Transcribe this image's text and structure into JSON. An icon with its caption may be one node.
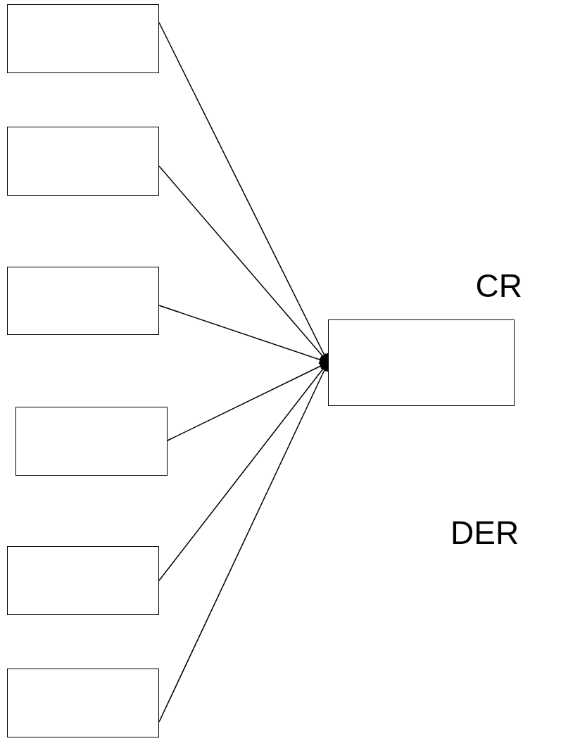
{
  "diagram": {
    "nodes": [
      {
        "text": [],
        "shape": "box"
      },
      {
        "text": [],
        "shape": "box"
      },
      {
        "text": [],
        "shape": "box"
      },
      {
        "text": [],
        "shape": "box"
      },
      {
        "text": [],
        "shape": "box"
      },
      {
        "text": [],
        "shape": "box"
      },
      {
        "text": [
          "CR"
        ]
      }
    ],
    "edges": [
      {
        "from": 0,
        "to": 6,
        "arrow": "to"
      },
      {
        "from": 1,
        "to": 6,
        "arrow": "to"
      },
      {
        "from": 2,
        "to": 6,
        "arrow": "to"
      },
      {
        "from": 3,
        "to": 6,
        "arrow": "to"
      },
      {
        "from": 4,
        "to": 6,
        "arrow": "to"
      },
      {
        "from": 5,
        "to": 6,
        "arrow": "to"
      }
    ],
    "labels": [
      "DER"
    ]
  }
}
